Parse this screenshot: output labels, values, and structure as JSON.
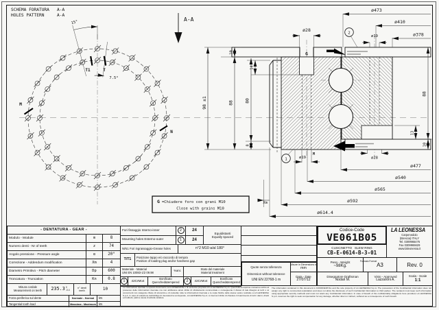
{
  "sheet": {
    "view_title_line1": "SCHEMA FORATURA   A-A",
    "view_title_line2": "HOLES PATTERN     A-A",
    "section_arrow_label": "A-A"
  },
  "pattern_view": {
    "outer_holes": 24,
    "inner_holes": 24,
    "angle_outer": "15°",
    "angle_inner": "7.5°",
    "labels": {
      "t1": "T1",
      "t": "T",
      "m": "M",
      "n": "N"
    }
  },
  "note_box": {
    "symbol": "G",
    "line1_it": "=Chiudere foro con grani M10",
    "line2_en": "Close with grains M10"
  },
  "dims": {
    "d473": "ø473",
    "d410": "ø410",
    "d378": "ø378",
    "d28_top": "ø28",
    "d19_top": "ø19",
    "h98": "98 ±1",
    "h10_top": "10",
    "h14": "14",
    "h88_left": "88",
    "h80": "80",
    "h8": "8",
    "h88_right": "88",
    "h13": "13",
    "h10_bot": "10",
    "d19_bot": "ø19",
    "m_label": "M",
    "g_label": "G",
    "d28_bot": "ø28",
    "d477": "ø477",
    "d540": "ø540",
    "d565": "ø565",
    "d592": "ø592",
    "d614": "ø614.4",
    "xm": "Xm",
    "balloon1": "1",
    "balloon2": "2"
  },
  "gear_table": {
    "title": "- DENTATURA - GEAR -",
    "rows": [
      {
        "label": "Modulo - Module",
        "sym": "m",
        "val": "8"
      },
      {
        "label": "Numero denti - Nr of teeth",
        "sym": "z",
        "val": "74"
      },
      {
        "label": "Angolo pressione - Pressure angle",
        "sym": "α",
        "val": "20°"
      },
      {
        "label": "Correzione - Addendum modification",
        "sym": "Xm",
        "val": "4"
      },
      {
        "label": "Diametro Primitivo - Pitch diameter",
        "sym": "Dp",
        "val": "600"
      },
      {
        "label": "Troncatura - Truncation",
        "sym": "Kn",
        "val": "0.8"
      }
    ],
    "cordal": {
      "label_it": "Misura cordale",
      "label_en": "Measurement on teeth",
      "value": "235.3",
      "tol_up": "0",
      "tol_dn": "-0.4",
      "teeth_label_it": "n° denti",
      "teeth_label_en": "teeth",
      "teeth": "10"
    },
    "load_rows": [
      {
        "label": "Forza periferica sul dente",
        "mode": "Normale - Normal",
        "unit": "kN"
      },
      {
        "label": "Tangential tooth load",
        "mode": "Massima - Maximum",
        "unit": "kN"
      }
    ]
  },
  "holes_table": {
    "row1": {
      "label": "Fori fissaggio  Interno-inner",
      "balloon": "2",
      "qty": "24"
    },
    "row2": {
      "label": "Mounting holes Esterno-outer",
      "balloon": "1",
      "qty": "24"
    },
    "spacing_it": "Equidistanti",
    "spacing_en": "Equally spaced",
    "grease": {
      "label": "N/N1 Fori ingrassaggio-Grease holes",
      "value": "n°2 M10 a/al 180°"
    },
    "plug": {
      "sym": "T/T1",
      "line_it": "Posizione tappo e/o raccordo di tempra",
      "line_en": "Position of loading plug and/or hardness gap"
    },
    "material_header": {
      "label_it": "Materiale - Material",
      "label_it2": "UNI EN 10083-1/2 09.98",
      "mid": "%anc",
      "state_it": "Stato del materiale",
      "state_en": "Material treatment"
    },
    "materials": [
      {
        "balloon": "1",
        "name": "42CrMo4",
        "treat_it": "Bonificato",
        "treat_en": "Quenched&tempered"
      },
      {
        "balloon": "2",
        "name": "42CrMo4",
        "treat_it": "Bonificato",
        "treat_en": "Quenched&tempered"
      }
    ]
  },
  "tolerance_box": {
    "line1": "Quote senza tolleranza",
    "line2": "Dimension without tolerance",
    "line3": "UNI EN 22768-1 m"
  },
  "units_box": {
    "line1": "Misure in Dimensions in",
    "line2": "mm"
  },
  "date_box": {
    "label": "Data - Date",
    "value": "27/07/12"
  },
  "title_block": {
    "code_label": "Codice-Code",
    "code": "VE061B05",
    "part_it": "CUSCINETTO",
    "part_en": "SLEW RING",
    "drawing_no": "CB-E-0614-B-3-01",
    "weight_label": "Peso - Weight",
    "weight": "~98Kg.",
    "format_label": "Formato Format",
    "format": "A3",
    "rev": "Rev. 0",
    "draftsman_label": "Disegnatore Draftsman",
    "draftsman": "Nodari M.",
    "approved_label": "Visto - Approved",
    "approved": "Lazzaroni A.",
    "scale_label": "Scala - Scale",
    "scale": "1:1",
    "logo": {
      "name": "LA LEONESSA",
      "addr1": "Carpenedolo",
      "addr2": "(Brescia)  ITALY",
      "tel": "Tel.  0309965475",
      "fax": "Fax  0309965629",
      "web": "www.laleonessa.it"
    }
  },
  "disclaimer": {
    "it": "Le informazioni riportate su questo documento sono RISERVATE e di esclusiva proprietà di LA LEONESSA S.p.A. Quest'ultima esprime consenso scritto al possesso delle informazioni riservate ma non attribuisce alcun diritto di sfruttamento commerciale o conseguente il divieto di tale disegno ai terzi o ai concorrenti con categorie chiare di sicurezza e di custodia; tutte le informazioni riservate e le copie fisiche delle stesse vanno restituite a LA LEONESSA S.p.A. In caso di violazione dell'obbligo di riservatezza sul deposito, LA LEONESSA S.p.A. si riserva il diritto di chiedere il risarcimento di tutti i danni, diretti ed indiretti, patiti a causa di attività violativa.",
    "en": "The information contained in this document is CONFIDENTIAL and the sole property of LA LEONESSA S.p.A. The possession of the Confidential Information does not assign any right to commercial exploitation and does not allow the disclosure of such Confidential Information to third parties. The recipient must keep such information using appropriate security methods and must not retain any Confidential Information. In case of breach of the confidentiality obligations here provided, LA LEONESSA S.p.A. reserves the right to seek compensation for any damage, whether direct or indirect, suffered as a consequence of such breach."
  }
}
